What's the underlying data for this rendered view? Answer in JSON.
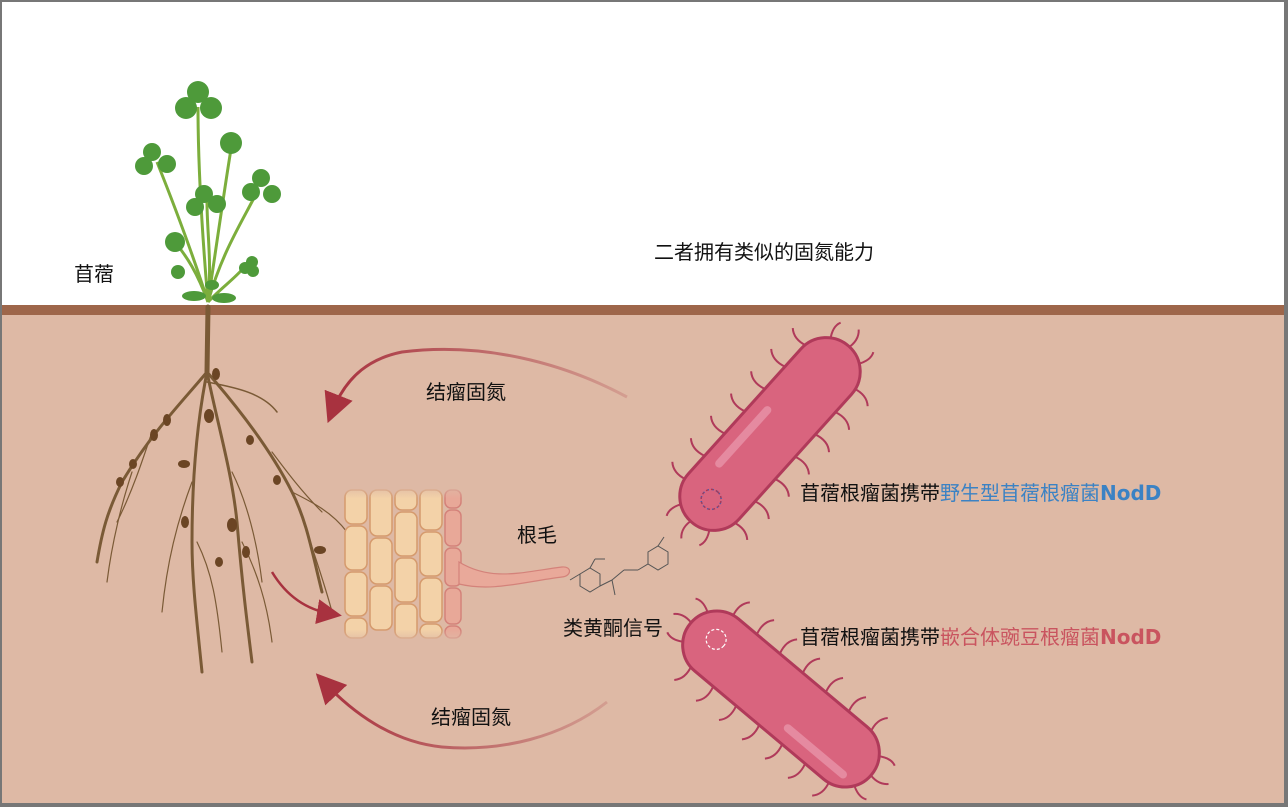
{
  "labels": {
    "plant_name": "苜蓿",
    "conclusion": "二者拥有类似的固氮能力",
    "nodulation_top": "结瘤固氮",
    "nodulation_bottom": "结瘤固氮",
    "root_hair": "根毛",
    "flavonoid_signal": "类黄酮信号"
  },
  "bacteria": [
    {
      "prefix": "苜蓿根瘤菌携带",
      "highlight": "野生型苜蓿根瘤菌",
      "gene": "NodD",
      "highlight_color": "#3b82c4"
    },
    {
      "prefix": "苜蓿根瘤菌携带",
      "highlight": "嵌合体豌豆根瘤菌",
      "gene": "NodD",
      "highlight_color": "#c9545f"
    }
  ],
  "colors": {
    "sky": "#ffffff",
    "soil": "#deb9a5",
    "soil_surface": "#9e664a",
    "arrow": "#a8323f",
    "bacterium_body": "#d9647e",
    "bacterium_edge": "#b03a5a",
    "leaf": "#4e9a3a",
    "root": "#7a5a36",
    "nodule": "#6b4524",
    "cell": "#f3d2a8",
    "cell_edge": "#d59a6d",
    "epidermis": "#e8a898"
  }
}
